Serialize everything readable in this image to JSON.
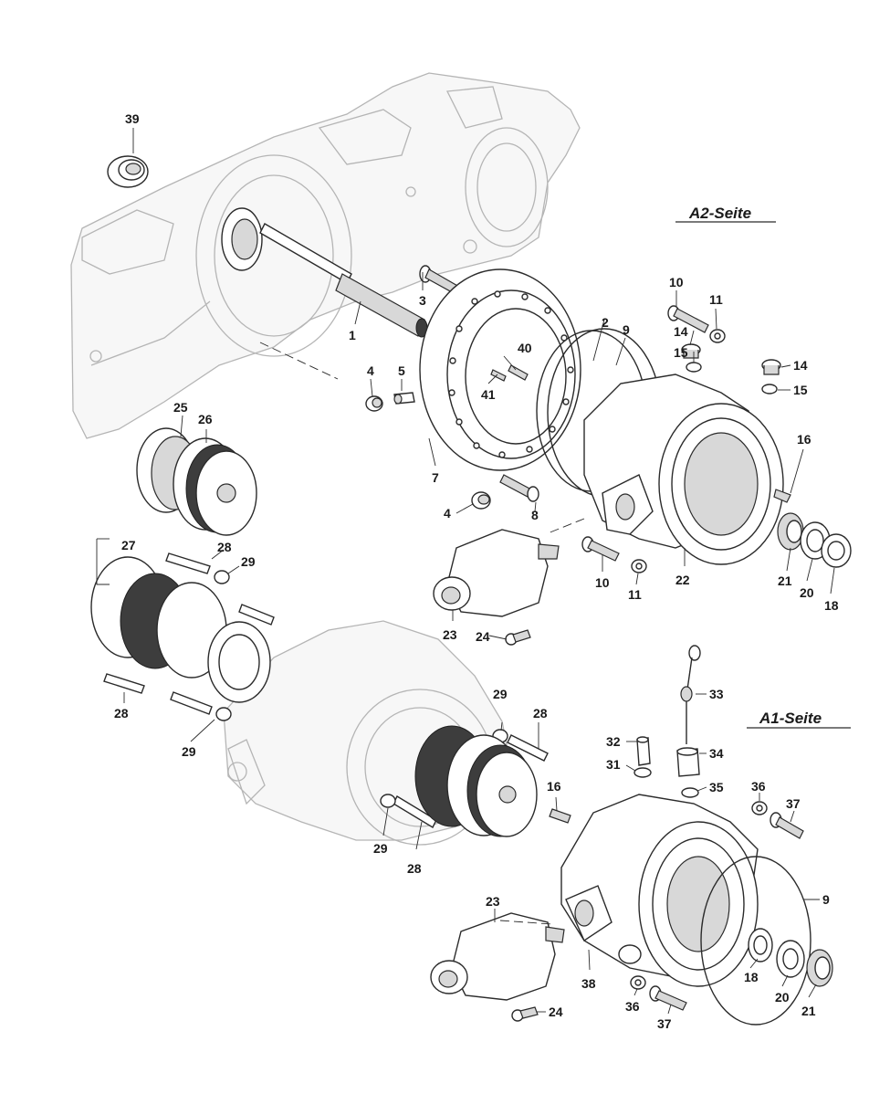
{
  "sides": {
    "a2": "A2-Seite",
    "a1": "A1-Seite"
  },
  "callouts": [
    "39",
    "3",
    "1",
    "4",
    "5",
    "40",
    "41",
    "2",
    "9",
    "10",
    "11",
    "14",
    "15",
    "14",
    "15",
    "7",
    "4",
    "8",
    "16",
    "25",
    "26",
    "27",
    "28",
    "29",
    "22",
    "21",
    "20",
    "18",
    "23",
    "24",
    "10",
    "11",
    "33",
    "28",
    "29",
    "28",
    "29",
    "32",
    "34",
    "31",
    "35",
    "36",
    "37",
    "16",
    "29",
    "28",
    "9",
    "23",
    "38",
    "18",
    "20",
    "21",
    "36",
    "24",
    "37"
  ]
}
